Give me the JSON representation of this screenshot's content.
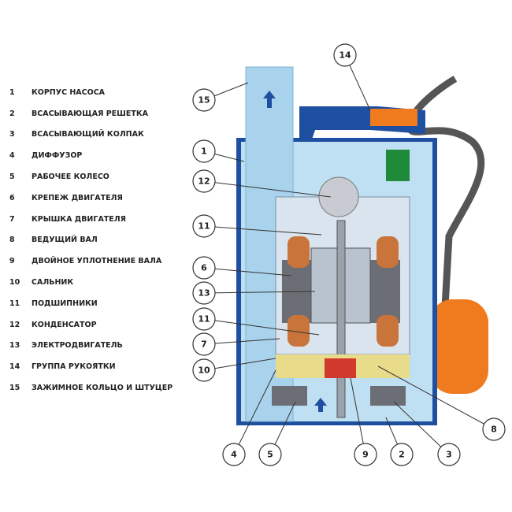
{
  "legend": [
    {
      "num": "1",
      "label": "КОРПУС НАСОСА"
    },
    {
      "num": "2",
      "label": "ВСАСЫВАЮЩАЯ РЕШЕТКА"
    },
    {
      "num": "3",
      "label": "ВСАСЫВАЮЩИЙ КОЛПАК"
    },
    {
      "num": "4",
      "label": "ДИФФУЗОР"
    },
    {
      "num": "5",
      "label": "РАБОЧЕЕ КОЛЕСО"
    },
    {
      "num": "6",
      "label": "КРЕПЕЖ ДВИГАТЕЛЯ"
    },
    {
      "num": "7",
      "label": "КРЫШКА ДВИГАТЕЛЯ"
    },
    {
      "num": "8",
      "label": "ВЕДУЩИЙ ВАЛ"
    },
    {
      "num": "9",
      "label": "ДВОЙНОЕ УПЛОТНЕНИЕ ВАЛА"
    },
    {
      "num": "10",
      "label": "САЛЬНИК"
    },
    {
      "num": "11",
      "label": "ПОДШИПНИКИ"
    },
    {
      "num": "12",
      "label": "КОНДЕНСАТОР"
    },
    {
      "num": "13",
      "label": "ЭЛЕКТРОДВИГАТЕЛЬ"
    },
    {
      "num": "14",
      "label": "ГРУППА РУКОЯТКИ"
    },
    {
      "num": "15",
      "label": "ЗАЖИМНОЕ КОЛЬЦО И ШТУЦЕР"
    }
  ],
  "callouts": [
    "15",
    "14",
    "1",
    "12",
    "11",
    "6",
    "13",
    "11",
    "7",
    "10",
    "8",
    "4",
    "5",
    "9",
    "2",
    "3"
  ],
  "colors": {
    "body": "#bfe0f2",
    "blue": "#1f4fa0",
    "orange": "#f07a1e",
    "copper": "#c8743a",
    "green": "#1f8a3a"
  }
}
